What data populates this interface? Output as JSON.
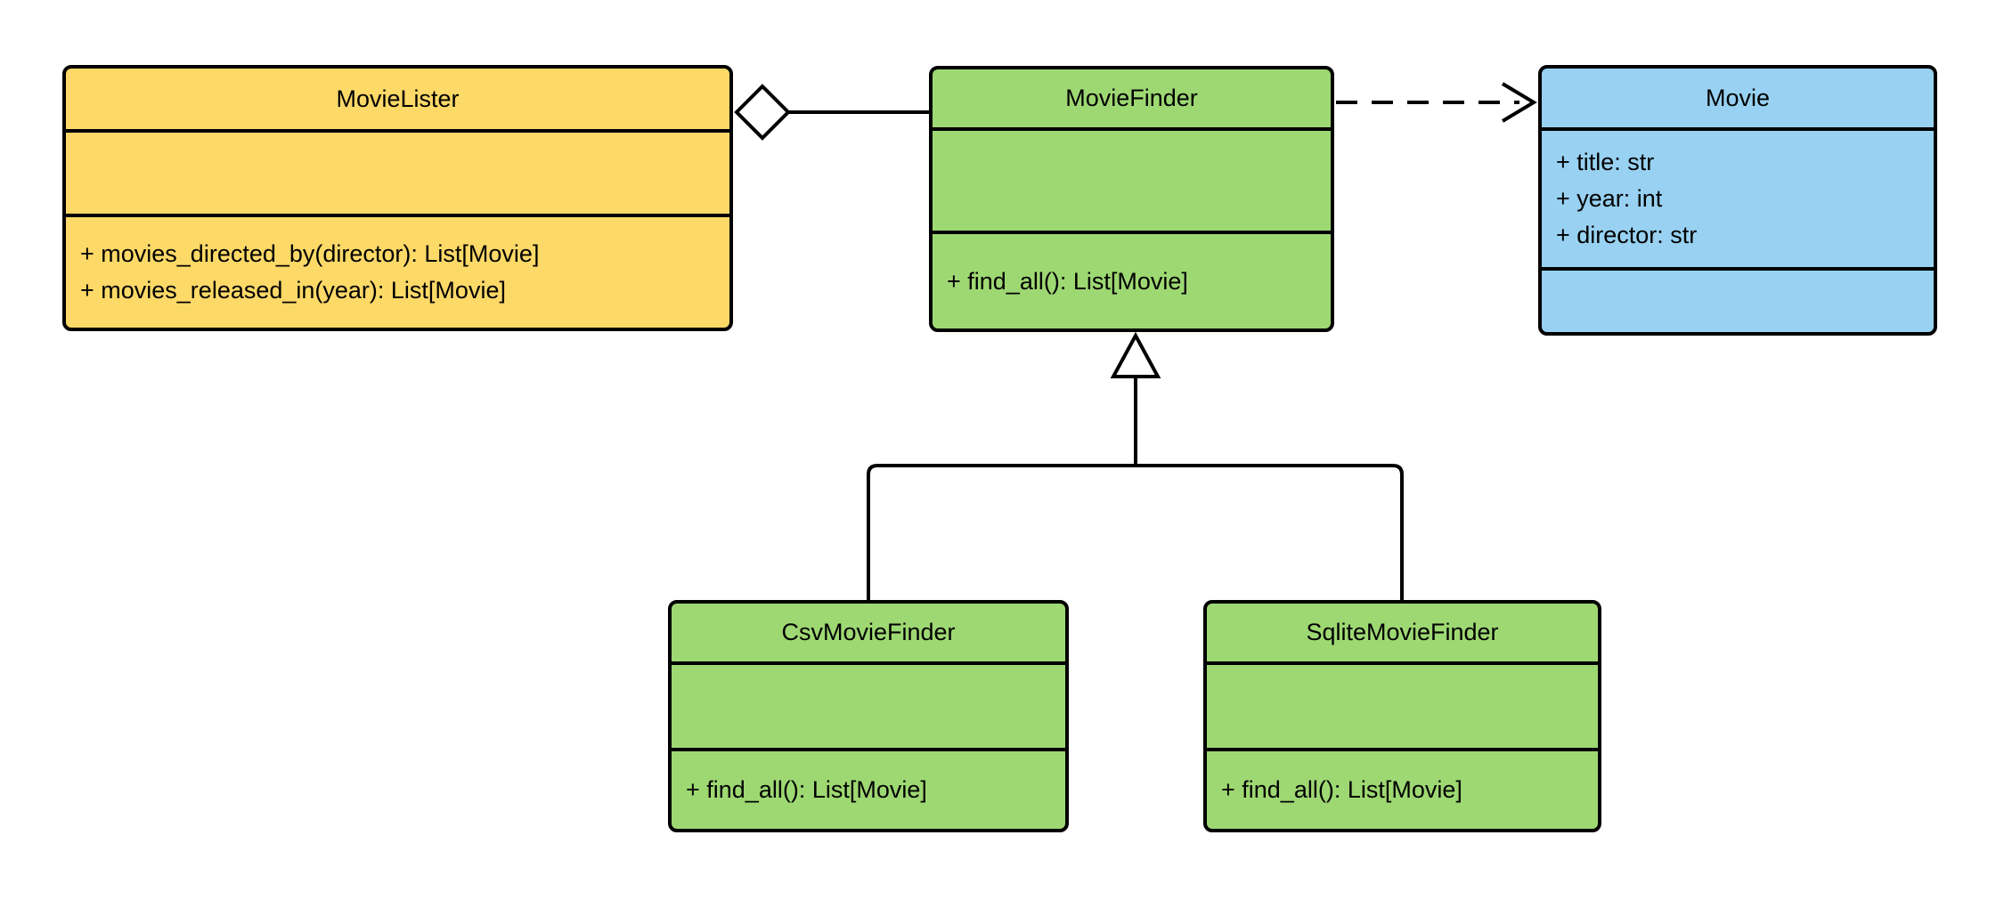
{
  "diagram": {
    "type": "uml-class-diagram",
    "classes": {
      "movie_lister": {
        "name": "MovieLister",
        "attributes": [],
        "methods": [
          "+ movies_directed_by(director): List[Movie]",
          "+ movies_released_in(year): List[Movie]"
        ]
      },
      "movie_finder": {
        "name": "MovieFinder",
        "attributes": [],
        "methods": [
          "+ find_all(): List[Movie]"
        ]
      },
      "movie": {
        "name": "Movie",
        "attributes": [
          "+ title: str",
          "+ year: int",
          "+ director: str"
        ],
        "methods": []
      },
      "csv_movie_finder": {
        "name": "CsvMovieFinder",
        "attributes": [],
        "methods": [
          "+ find_all(): List[Movie]"
        ]
      },
      "sqlite_movie_finder": {
        "name": "SqliteMovieFinder",
        "attributes": [],
        "methods": [
          "+ find_all(): List[Movie]"
        ]
      }
    },
    "relationships": [
      {
        "type": "aggregation",
        "from": "MovieLister",
        "to": "MovieFinder",
        "marker": "hollow-diamond-at-MovieLister"
      },
      {
        "type": "dependency",
        "from": "MovieFinder",
        "to": "Movie",
        "marker": "open-arrow-at-Movie",
        "line": "dashed"
      },
      {
        "type": "generalization",
        "from": "CsvMovieFinder",
        "to": "MovieFinder",
        "marker": "hollow-triangle-at-MovieFinder"
      },
      {
        "type": "generalization",
        "from": "SqliteMovieFinder",
        "to": "MovieFinder",
        "marker": "hollow-triangle-at-MovieFinder"
      }
    ]
  },
  "colors": {
    "class_yellow": "#FDD968",
    "class_green": "#9ED873",
    "class_blue": "#98D1F1",
    "stroke_black": "#000000",
    "page_background": "#FFFFFF"
  }
}
